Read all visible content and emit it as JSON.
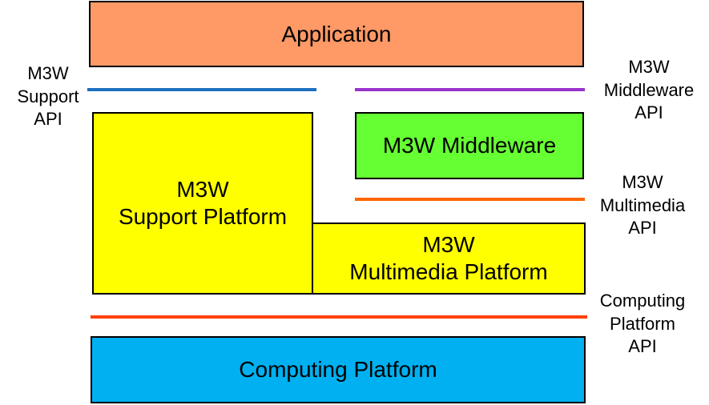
{
  "colors": {
    "application": "#FF9966",
    "support_platform": "#FFFF00",
    "middleware": "#66FF33",
    "multimedia_platform": "#FFFF00",
    "computing_platform": "#00B0F0",
    "support_api_line": "#1F6FBF",
    "middleware_api_line": "#9933CC",
    "multimedia_api_line": "#FF6600",
    "computing_api_line": "#FF4000"
  },
  "blocks": {
    "application": "Application",
    "support_platform": "M3W\nSupport Platform",
    "middleware": "M3W Middleware",
    "multimedia_platform": "M3W\nMultimedia Platform",
    "computing_platform": "Computing Platform"
  },
  "apis": {
    "support": "M3W\nSupport\nAPI",
    "middleware": "M3W\nMiddleware\nAPI",
    "multimedia": "M3W\nMultimedia\nAPI",
    "computing": "Computing\nPlatform\nAPI"
  }
}
